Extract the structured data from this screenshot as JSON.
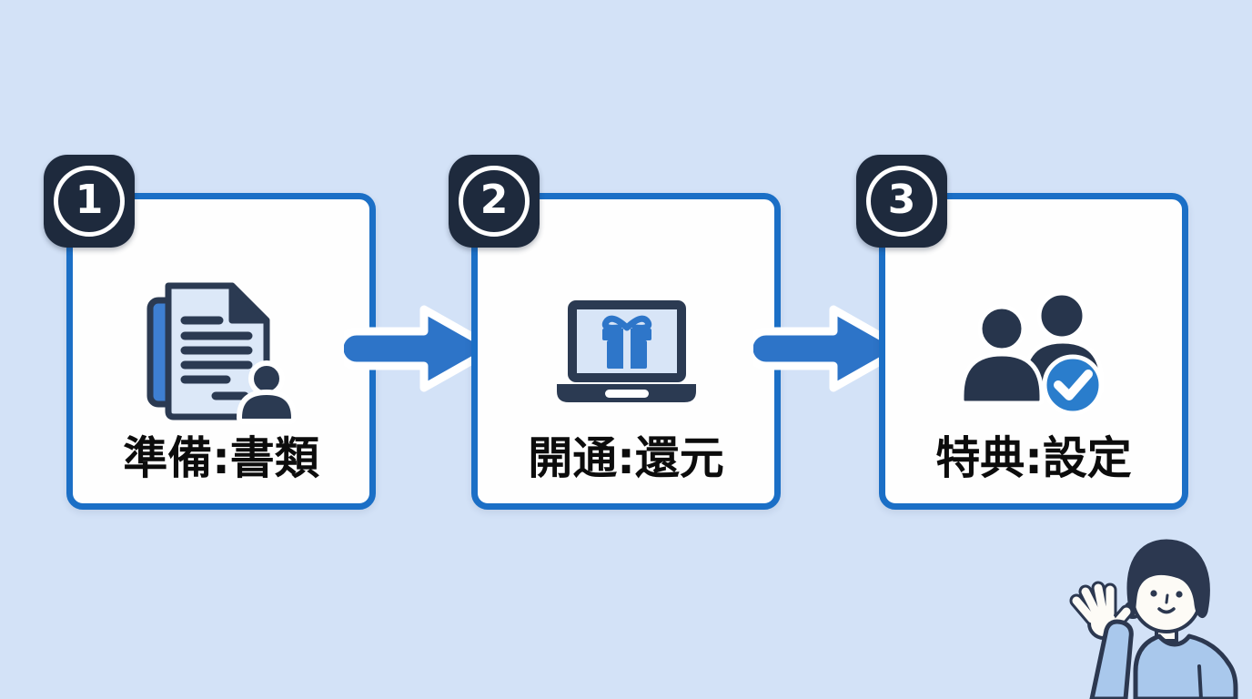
{
  "diagram": {
    "kind": "three-step-process",
    "steps": [
      {
        "number": "1",
        "label": "準備:書類",
        "icon": "documents-person-icon"
      },
      {
        "number": "2",
        "label": "開通:還元",
        "icon": "laptop-gift-icon"
      },
      {
        "number": "3",
        "label": "特典:設定",
        "icon": "people-check-icon"
      }
    ],
    "connectors": [
      {
        "icon": "arrow-right-icon"
      },
      {
        "icon": "arrow-right-icon"
      }
    ],
    "mascot": {
      "icon": "waving-person-illustration"
    }
  },
  "colors": {
    "background": "#d3e2f7",
    "card_background": "#fefefe",
    "card_border": "#1b6fc6",
    "badge_background": "#1e2a3d",
    "arrow_blue": "#2d74c8",
    "icon_navy": "#2b3a52",
    "icon_light_blue": "#d8e5f7",
    "icon_accent_blue": "#2e76c9",
    "check_circle_blue": "#2a7dcc",
    "label_text": "#0c0c0c",
    "mascot_sweater": "#a9c8ec"
  }
}
